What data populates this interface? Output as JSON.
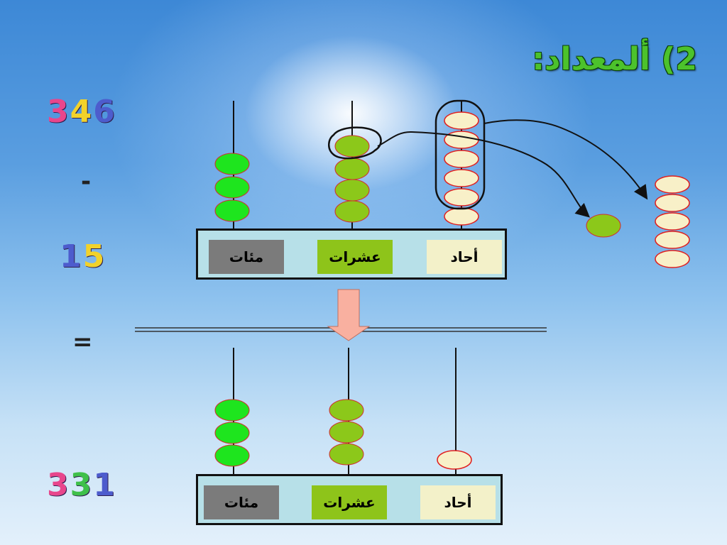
{
  "title": "2) ألمعداد:",
  "numbers": {
    "first": [
      "3",
      "4",
      "6"
    ],
    "operator_minus": "-",
    "second": [
      "1",
      "5"
    ],
    "operator_equals": "=",
    "result": [
      "3",
      "3",
      "1"
    ]
  },
  "places": {
    "hundreds": "مئات",
    "tens": "عشرات",
    "ones": "أحاد"
  },
  "abacus_before": {
    "hundreds": 3,
    "tens": 4,
    "ones": 6
  },
  "abacus_after": {
    "hundreds": 3,
    "tens": 3,
    "ones": 1
  },
  "removed_beads": {
    "tens": 1,
    "ones": 5
  },
  "colors": {
    "hundreds_bead": "#1ee51e",
    "tens_bead": "#8cc81a",
    "ones_bead": "#f8f0c8",
    "ones_bead_stroke": "#e02020",
    "arrow_fill": "#f9b0a0"
  }
}
